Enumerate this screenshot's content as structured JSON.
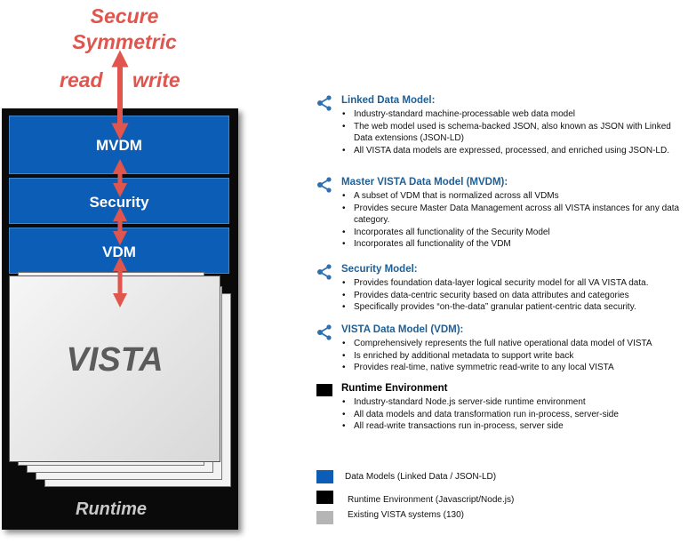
{
  "diagram": {
    "title_line1": "Secure",
    "title_line2": "Symmetric",
    "read_label": "read",
    "write_label": "write",
    "layers": {
      "mvdm": "MVDM",
      "security": "Security",
      "vdm": "VDM"
    },
    "vista_label": "VISTA",
    "runtime_label": "Runtime",
    "colors": {
      "accent_red": "#e0554d",
      "layer_blue": "#0b5db6",
      "runtime_black": "#0a0a0a"
    }
  },
  "sections": [
    {
      "icon": "share-nodes-icon",
      "title": "Linked Data Model:",
      "bullets": [
        "Industry-standard machine-processable web data model",
        "The web model used is schema-backed JSON, also known as JSON with Linked Data extensions (JSON-LD)",
        "All VISTA data models are expressed, processed, and enriched using JSON-LD."
      ]
    },
    {
      "icon": "share-nodes-icon",
      "title": "Master VISTA Data Model (MVDM):",
      "bullets": [
        "A subset of VDM that  is normalized across all VDMs",
        "Provides secure Master Data Management across all VISTA instances for any data category.",
        "Incorporates all functionality of the Security Model",
        "Incorporates all functionality of the VDM"
      ]
    },
    {
      "icon": "share-nodes-icon",
      "title": "Security Model:",
      "bullets": [
        "Provides foundation  data-layer logical security model for all VA VISTA data.",
        "Provides data-centric security based on data attributes and categories",
        "Specifically provides “on-the-data” granular patient-centric data security."
      ]
    },
    {
      "icon": "share-nodes-icon",
      "title": "VISTA Data Model (VDM):",
      "bullets": [
        "Comprehensively represents the full native operational data model of VISTA",
        "Is enriched by additional metadata to support write back",
        "Provides real-time, native symmetric read-write to any local VISTA"
      ]
    },
    {
      "icon": "black-square-icon",
      "title": "Runtime Environment",
      "bullets": [
        "Industry-standard  Node.js server-side runtime environment",
        "All data models and data transformation run in-process, server-side",
        "All  read-write transactions run in-process, server side"
      ]
    }
  ],
  "legend": [
    {
      "label": "Data Models  (Linked Data /  JSON-LD)",
      "color": "#0b5db6"
    },
    {
      "label": "Runtime Environment  (Javascript/Node.js)",
      "color": "#000000"
    },
    {
      "label": "Existing VISTA systems (130)",
      "color": "#b5b5b5"
    }
  ]
}
